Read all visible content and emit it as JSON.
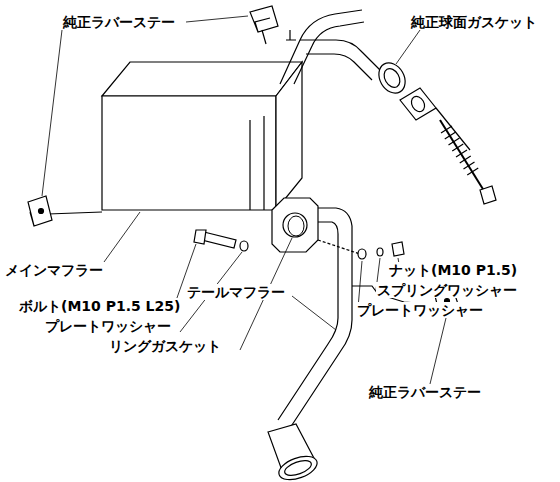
{
  "diagram": {
    "labels": [
      "純正ラバーステー",
      "純正球面ガスケット",
      "メインマフラー",
      "ボルト(M10 P1.5 L25)",
      "プレートワッシャー",
      "リングガスケット",
      "ナット(M10 P1.5)",
      "スプリングワッシャー",
      "プレートワッシャー",
      "テールマフラー",
      "純正ラバーステー"
    ]
  }
}
